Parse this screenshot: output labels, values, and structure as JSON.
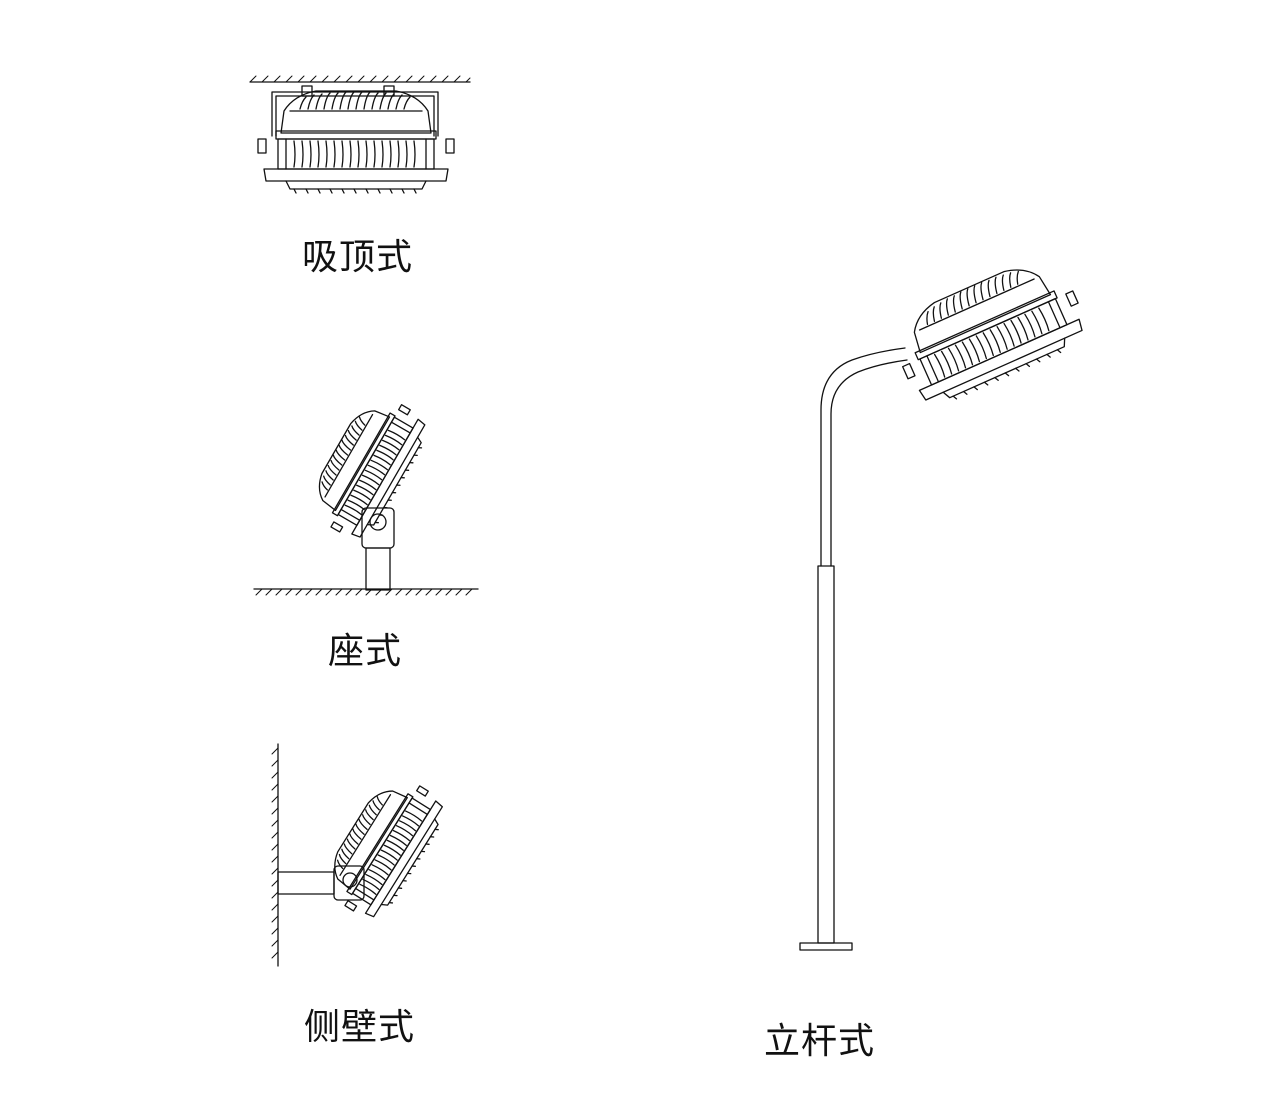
{
  "labels": {
    "ceiling": "吸顶式",
    "base": "座式",
    "wall": "侧壁式",
    "pole": "立杆式"
  },
  "colors": {
    "line": "#111111",
    "background": "#ffffff"
  }
}
